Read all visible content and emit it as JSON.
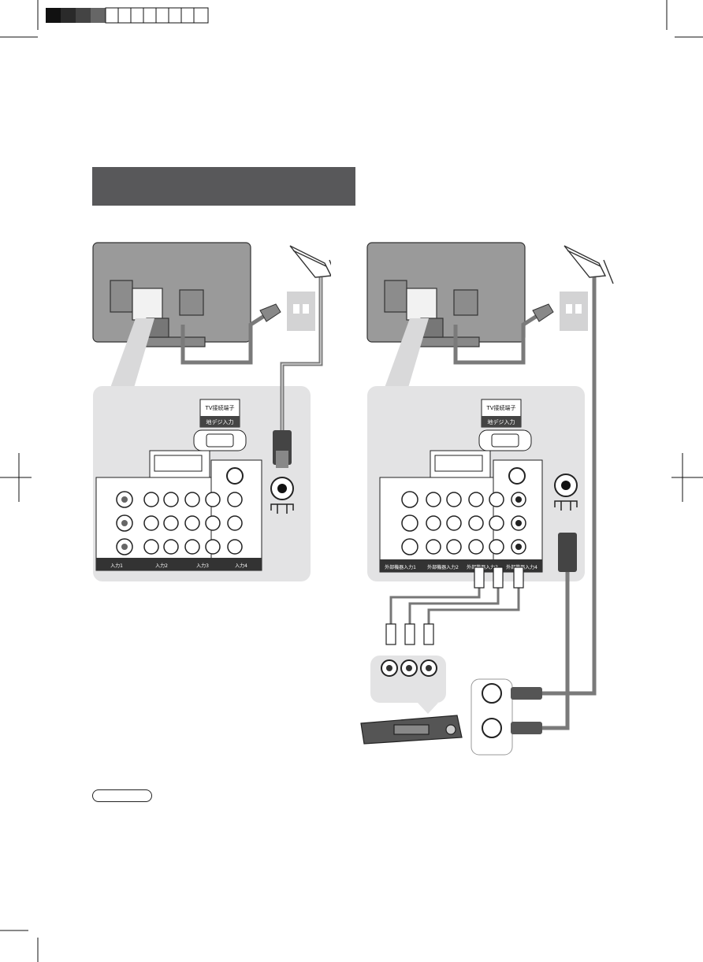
{
  "colors": {
    "header_bar": "#58585a",
    "panel_bg": "#e3e3e4",
    "cable": "#7a7a7a",
    "tv_body": "#9a9a9a",
    "dark": "#222222"
  },
  "header": {
    "text": ""
  },
  "note": {
    "label": ""
  },
  "left_diagram": {
    "top_label_lines": [
      "TV接続端子",
      "地デジ入力"
    ],
    "jack_labels": [
      "入力1",
      "入力2",
      "入力3",
      "入力4"
    ]
  },
  "right_diagram": {
    "top_label_lines": [
      "TV接続端子",
      "地デジ入力"
    ],
    "jack_labels": [
      "外部機器入力1",
      "外部機器入力2",
      "外部機器入力3",
      "外部機器入力4"
    ]
  },
  "icons": [
    "crop-mark-icon",
    "registration-bar-icon",
    "antenna-icon",
    "wall-outlet-icon",
    "power-plug-icon",
    "rca-plug-icon",
    "coax-plug-icon",
    "av-receiver-icon"
  ]
}
